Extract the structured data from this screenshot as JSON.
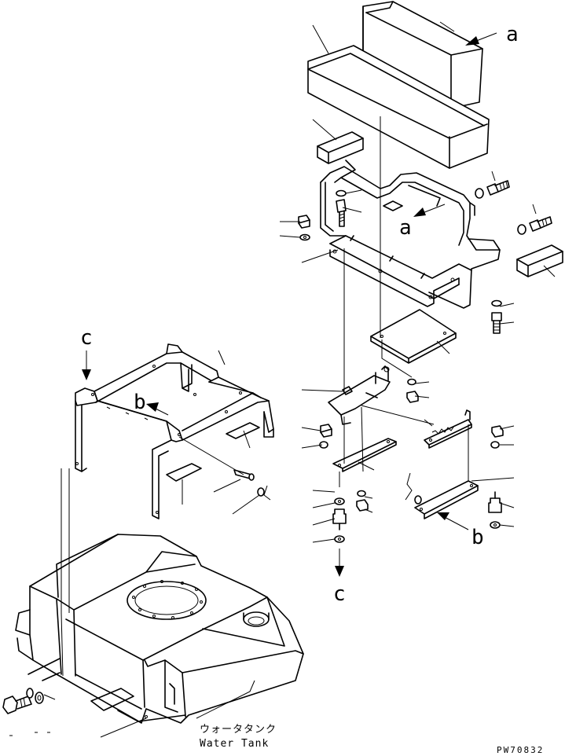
{
  "diagram": {
    "callouts": {
      "a_top": "a",
      "a_mid": "a",
      "b_left": "b",
      "b_right": "b",
      "c_top": "c",
      "c_bottom": "c"
    },
    "water_tank_jp": "ウォータタンク",
    "water_tank_en": "Water Tank",
    "drawing_code": "PW70832"
  }
}
